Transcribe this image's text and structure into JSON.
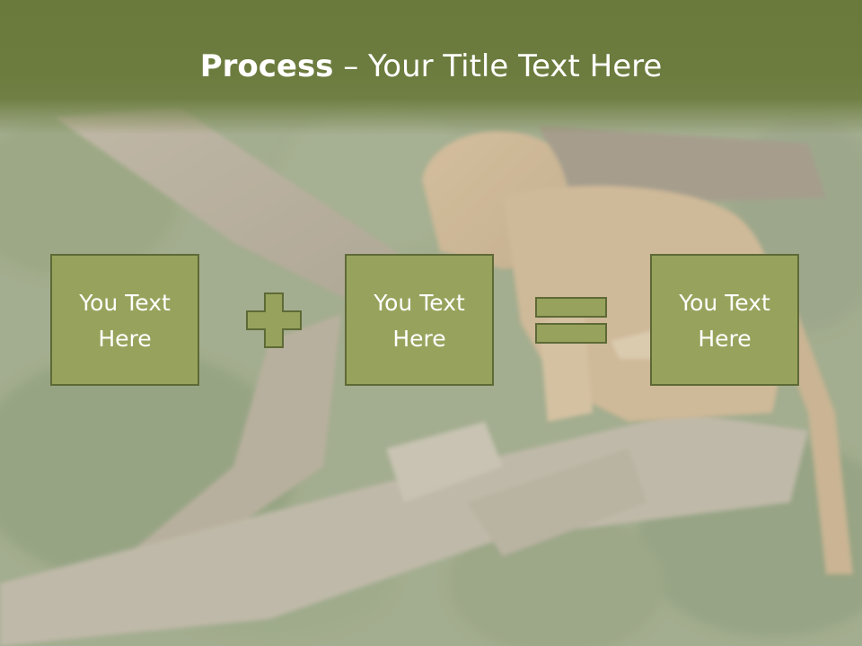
{
  "title": {
    "bold": "Process",
    "rest": " – Your Title Text Here"
  },
  "process": {
    "boxes": [
      {
        "label": "You Text Here"
      },
      {
        "label": "You Text Here"
      },
      {
        "label": "You Text Here"
      }
    ],
    "operators": [
      "plus-icon",
      "equals-icon"
    ]
  },
  "colors": {
    "title_band": "#6c7c3e",
    "box_fill": "#97a35c",
    "box_border": "#5e6a36",
    "text": "#ffffff"
  }
}
